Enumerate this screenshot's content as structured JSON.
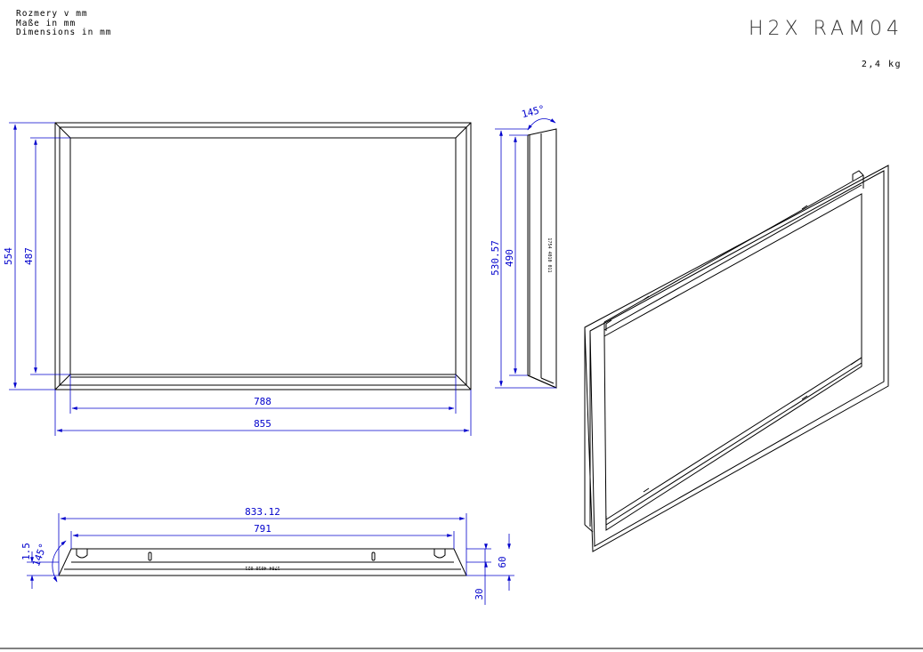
{
  "notes": {
    "line1": "Rozmery v mm",
    "line2": "Maße in mm",
    "line3": "Dimensions in mm"
  },
  "model": "H2X RAM04",
  "weight": "2,4 kg",
  "dimensions": {
    "outer_height": "554",
    "inner_height": "487",
    "inner_width": "788",
    "outer_width": "855",
    "side_angle": "145°",
    "side_outer_height": "530.57",
    "side_inner_height": "490",
    "bottom_outer_width": "833.12",
    "bottom_inner_width": "791",
    "bottom_thickness": "1.5",
    "bottom_angle": "145°",
    "depth_60": "60",
    "depth_30": "30"
  },
  "part_codes": {
    "side": "1754 4010 011",
    "bottom": "1784 4010 021"
  },
  "colors": {
    "dimension": "#0000cc",
    "line": "#000000"
  }
}
